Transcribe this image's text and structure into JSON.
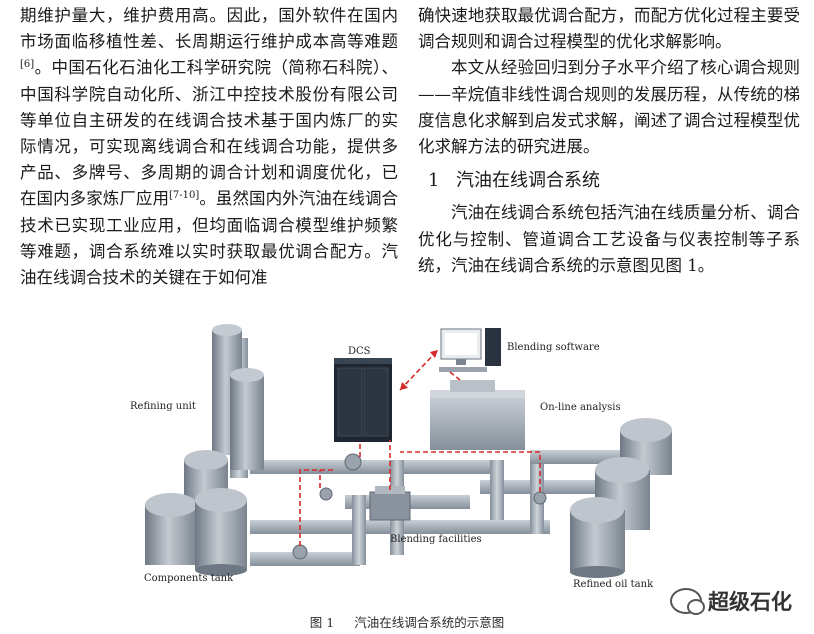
{
  "left_column": {
    "para1": {
      "text_a": "期维护量大，维护费用高。因此，国外软件在国内市场面临移植性差、长周期运行维护成本高等难题",
      "ref_a": "[6]",
      "text_b": "。中国石化石油化工科学研究院（简称石科院）、中国科学院自动化所、浙江中控技术股份有限公司等单位自主研发的在线调合技术基于国内炼厂的实际情况，可实现离线调合和在线调合功能，提供多产品、多牌号、多周期的调合计划和调度优化，已在国内多家炼厂应用",
      "ref_b": "[7-10]",
      "text_c": "。虽然国内外汽油在线调合技术已实现工业应用，但均面临调合模型维护频繁等难题，调合系统难以实时获取最优调合配方。汽油在线调合技术的关键在于如何准"
    }
  },
  "right_column": {
    "para1": "确快速地获取最优调合配方，而配方优化过程主要受调合规则和调合过程模型的优化求解影响。",
    "para2": "本文从经验回归到分子水平介绍了核心调合规则——辛烷值非线性调合规则的发展历程，从传统的梯度信息化求解到启发式求解，阐述了调合过程模型优化求解方法的研究进展。",
    "section": {
      "number": "1",
      "title": "汽油在线调合系统"
    },
    "para3": "汽油在线调合系统包括汽油在线质量分析、调合优化与控制、管道调合工艺设备与仪表控制等子系统，汽油在线调合系统的示意图见图 1。"
  },
  "figure": {
    "labels": {
      "dcs": "DCS",
      "blending_software": "Blending software",
      "refining_unit": "Refining unit",
      "online_analysis": "On-line analysis",
      "blending_facilities": "Blending facilities",
      "components_tank": "Components tank",
      "refined_oil_tank": "Refined oil tank"
    },
    "colors": {
      "signal_line": "#d62a2a",
      "equipment": "#8c96a3",
      "pipe": "#9aa3ad"
    }
  },
  "caption": {
    "label": "图 1",
    "text": "汽油在线调合系统的示意图"
  },
  "watermark": {
    "text": "超级石化",
    "icon": "wechat-icon"
  }
}
